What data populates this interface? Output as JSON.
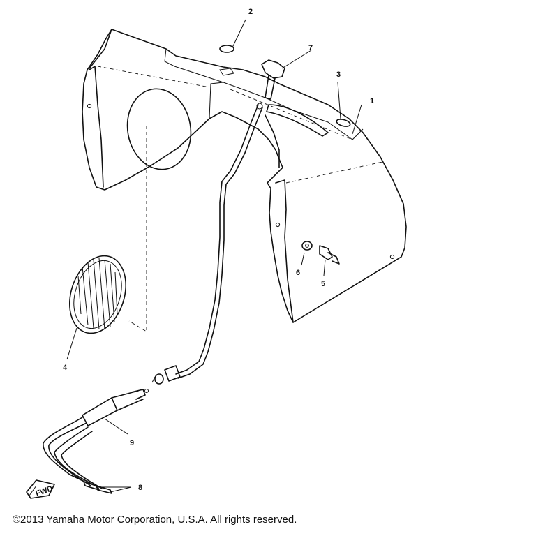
{
  "parts": [
    {
      "number": "1"
    },
    {
      "number": "2"
    },
    {
      "number": "3"
    },
    {
      "number": "4"
    },
    {
      "number": "5"
    },
    {
      "number": "6"
    },
    {
      "number": "7"
    },
    {
      "number": "8"
    },
    {
      "number": "9"
    }
  ],
  "direction_marker": "FWD",
  "copyright": "©2013 Yamaha Motor Corporation, U.S.A. All rights reserved."
}
